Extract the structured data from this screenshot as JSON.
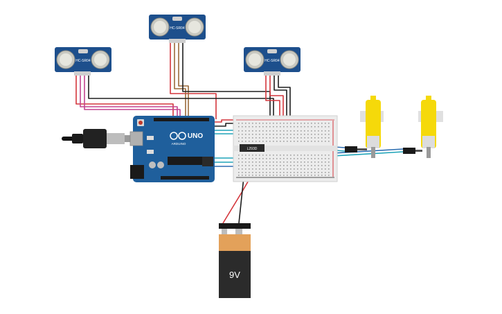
{
  "sensors": [
    {
      "id": "us-top",
      "label": "HC-SR04"
    },
    {
      "id": "us-left",
      "label": "HC-SR04"
    },
    {
      "id": "us-right",
      "label": "HC-SR04"
    }
  ],
  "arduino": {
    "brand": "ARDUINO",
    "model": "UNO"
  },
  "driver_chip": {
    "label": "L293D"
  },
  "battery": {
    "label": "9V"
  },
  "colors": {
    "arduino_board": "#1f5f9c",
    "sensor_board": "#1d4f8c",
    "motor_yellow": "#f5d90a",
    "battery_orange": "#e3a15a",
    "battery_body": "#2b2b2b",
    "wire_red": "#d4353b",
    "wire_black": "#1e1e1e",
    "wire_blue": "#2b6cb0",
    "wire_teal": "#1ea3b8",
    "wire_pink": "#c2448f",
    "wire_brown": "#9b6a3a",
    "breadboard": "#ececec"
  }
}
